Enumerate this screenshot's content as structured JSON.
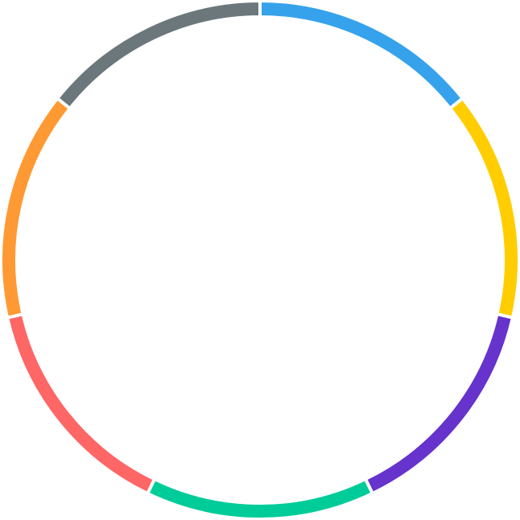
{
  "chart_data": {
    "type": "pie",
    "variant": "doughnut",
    "title": "",
    "legend": "none",
    "values": [
      1,
      1,
      1,
      1,
      1,
      1,
      1
    ],
    "colors": [
      "#36A2EB",
      "#FFCD00",
      "#6633CC",
      "#00CC99",
      "#FF6666",
      "#FF9933",
      "#6B777B"
    ],
    "segment_border_color": "#FFFFFF"
  }
}
